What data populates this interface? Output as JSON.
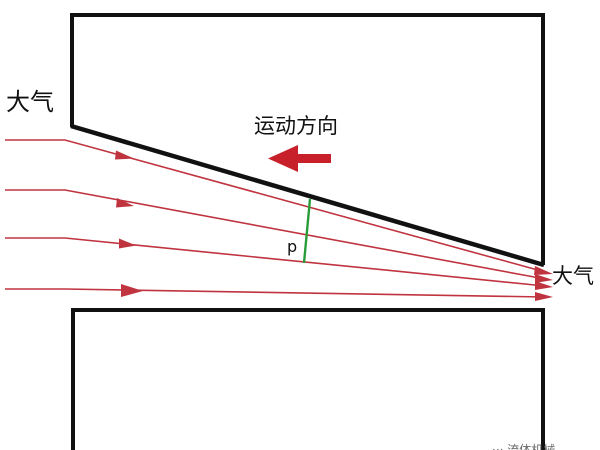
{
  "labels": {
    "atmosphere_left": "大气",
    "atmosphere_right": "大气",
    "motion_direction": "运动方向",
    "point": "p"
  },
  "colors": {
    "outline": "#111111",
    "flow_lines": "#c0343f",
    "motion_arrow": "#c8202a",
    "p_marker": "#2a9d3a"
  },
  "icons": {
    "motion_arrow": "left-arrow-icon"
  },
  "watermark": "··· 流体机械"
}
